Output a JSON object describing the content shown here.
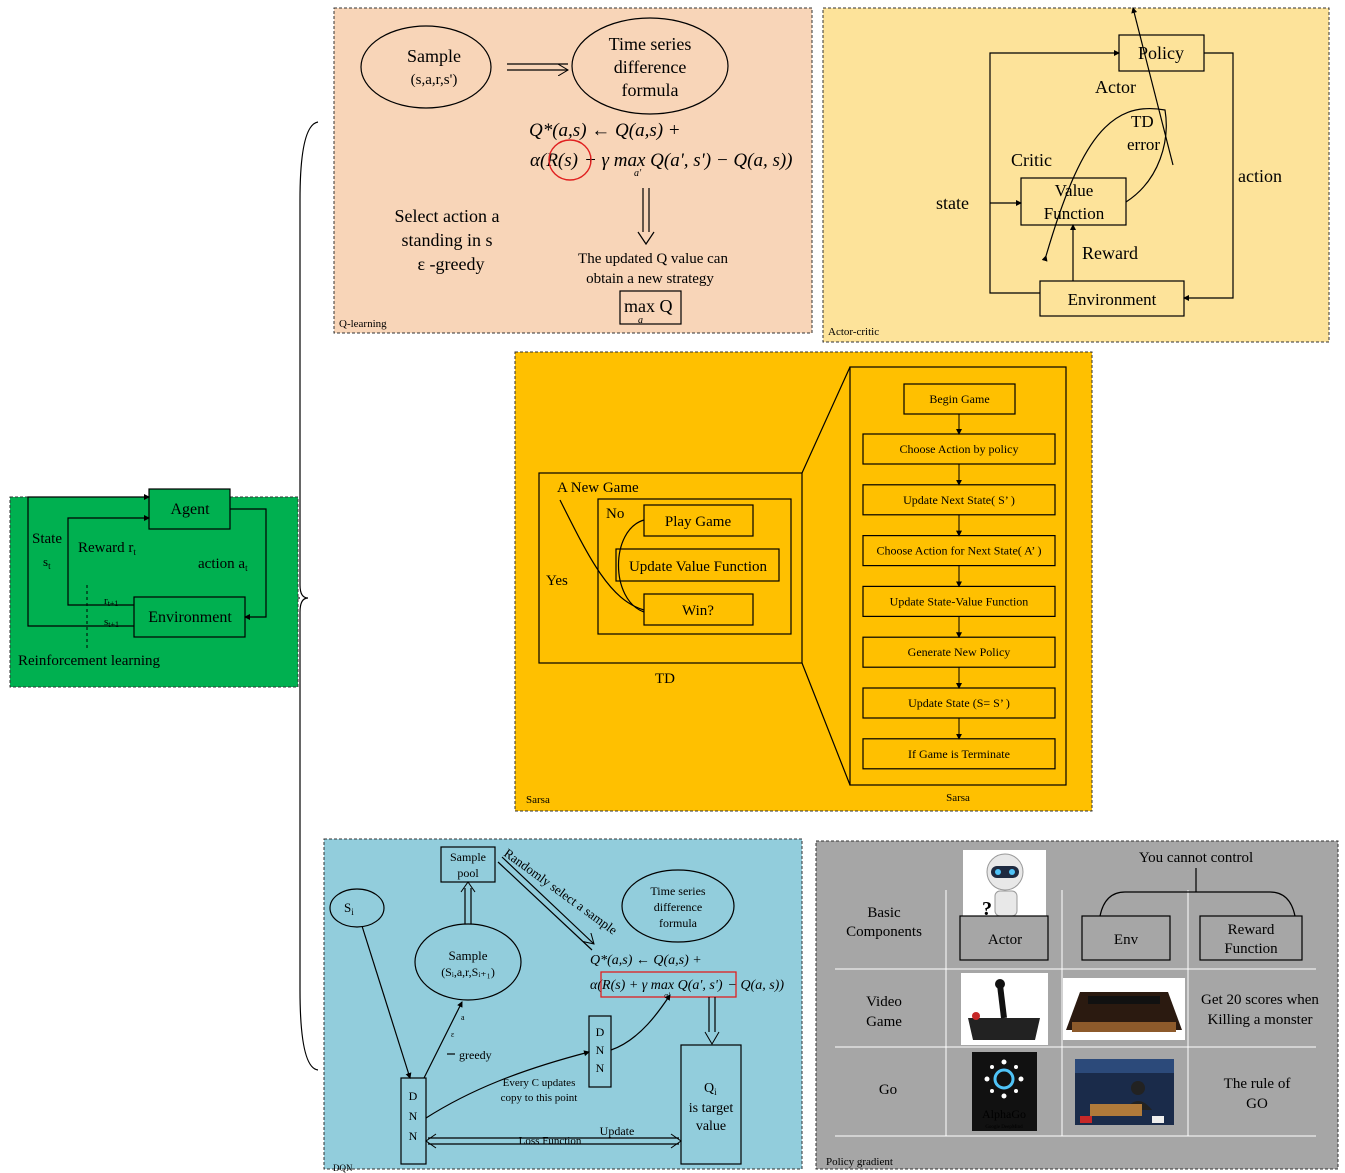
{
  "colors": {
    "rl": "#00b050",
    "qlearning": "#f8d5b8",
    "actor_critic": "#fde39a",
    "sarsa": "#ffc000",
    "dqn": "#92cddc",
    "policy_gradient": "#a6a6a6",
    "highlight": "#e02020"
  },
  "rl": {
    "caption": "Reinforcement learning",
    "agent": "Agent",
    "environment": "Environment",
    "state": "State",
    "state_sub": "s",
    "state_sub_t": "t",
    "reward": "Reward r",
    "reward_t": "t",
    "action": "action a",
    "action_t": "t",
    "r_next": "r",
    "r_next_sub": "t+1",
    "s_next": "s",
    "s_next_sub": "t+1"
  },
  "qlearning": {
    "caption": "Q-learning",
    "sample_line1": "Sample",
    "sample_line2": "(s,a,r,s')",
    "ts_line1": "Time series",
    "ts_line2": "difference",
    "ts_line3": "formula",
    "formula_line1": "Q*(a,s) ← Q(a,s) +",
    "formula_alpha": "α(",
    "formula_rs": "R(s)",
    "formula_rest": "+ γ max Q(a', s') − Q(a, s))",
    "formula_sub": "a'",
    "select_line1": "Select action a",
    "select_line2": "standing in s",
    "select_line3": "ε -greedy",
    "updated_line1": "The updated Q value can",
    "updated_line2": "obtain a new strategy",
    "maxq": "max Q",
    "maxq_sub": "a"
  },
  "actor_critic": {
    "caption": "Actor-critic",
    "policy": "Policy",
    "actor": "Actor",
    "td_line1": "TD",
    "td_line2": "error",
    "critic": "Critic",
    "vf_line1": "Value",
    "vf_line2": "Function",
    "state": "state",
    "action": "action",
    "reward": "Reward",
    "environment": "Environment"
  },
  "sarsa": {
    "caption": "Sarsa",
    "flow_caption": "Sarsa",
    "td_caption": "TD",
    "new_game": "A New Game",
    "no": "No",
    "yes": "Yes",
    "play_game": "Play Game",
    "update_vf": "Update Value Function",
    "win": "Win?",
    "steps": [
      "Begin Game",
      "Choose Action by policy",
      "Update Next State( S’ )",
      "Choose Action for Next State( A’ )",
      "Update State-Value Function",
      "Generate New Policy",
      "Update State (S= S’ )",
      "If Game is Terminate"
    ]
  },
  "dqn": {
    "caption": "DQN",
    "sample_pool_line1": "Sample",
    "sample_pool_line2": "pool",
    "randomly": "Randomly select a sample",
    "si": "S",
    "si_sub": "i",
    "sample_line1": "Sample",
    "sample_line2": "(Sᵢ,a,r,Sᵢ₊₁)",
    "ts_line1": "Time series",
    "ts_line2": "difference",
    "ts_line3": "formula",
    "formula_line1": "Q*(a,s) ← Q(a,s) +",
    "formula_alpha": "α(",
    "formula_boxed": "R(s) + γ max Q(a', s')",
    "formula_end": "− Q(a, s))",
    "formula_sub": "a'",
    "a_label": "a",
    "eps_label": "ε",
    "greedy": "greedy",
    "dnn_letters": [
      "D",
      "N",
      "N"
    ],
    "every_c_line1": "Every C updates",
    "every_c_line2": "copy to this point",
    "q_line1": "Q",
    "q_sub": "i",
    "q_line2": "is target",
    "q_line3": "value",
    "loss": "Loss Function",
    "update": "Update"
  },
  "policy_gradient": {
    "caption": "Policy gradient",
    "you_cannot_control": "You cannot control",
    "basic_line1": "Basic",
    "basic_line2": "Components",
    "actor": "Actor",
    "env": "Env",
    "reward_line1": "Reward",
    "reward_line2": "Function",
    "video_line1": "Video",
    "video_line2": "Game",
    "scores_line1": "Get 20 scores when",
    "scores_line2": "Killing a monster",
    "go": "Go",
    "rule_line1": "The rule of",
    "rule_line2": "GO",
    "alphago": "AlphaGo",
    "alphago_sub": "Google DeepMind"
  }
}
